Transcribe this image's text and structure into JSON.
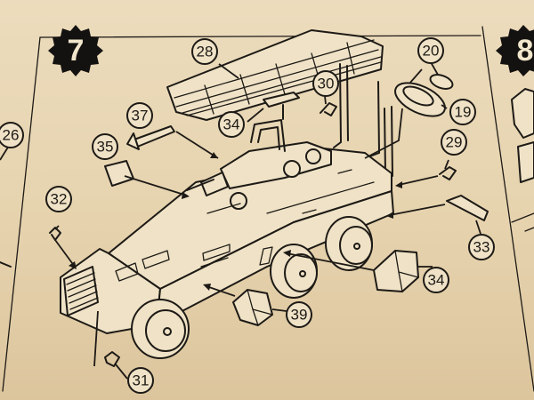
{
  "step": {
    "number": "7",
    "next_number": "8"
  },
  "callouts": [
    {
      "id": "28",
      "label": "28"
    },
    {
      "id": "20",
      "label": "20"
    },
    {
      "id": "30",
      "label": "30"
    },
    {
      "id": "19",
      "label": "19"
    },
    {
      "id": "37",
      "label": "37"
    },
    {
      "id": "34a",
      "label": "34"
    },
    {
      "id": "26",
      "label": "26"
    },
    {
      "id": "35",
      "label": "35"
    },
    {
      "id": "29",
      "label": "29"
    },
    {
      "id": "32",
      "label": "32"
    },
    {
      "id": "33",
      "label": "33"
    },
    {
      "id": "34b",
      "label": "34"
    },
    {
      "id": "39",
      "label": "39"
    },
    {
      "id": "31",
      "label": "31"
    }
  ],
  "colors": {
    "paper": "#e9d8b6",
    "ink": "#1d1a16"
  }
}
